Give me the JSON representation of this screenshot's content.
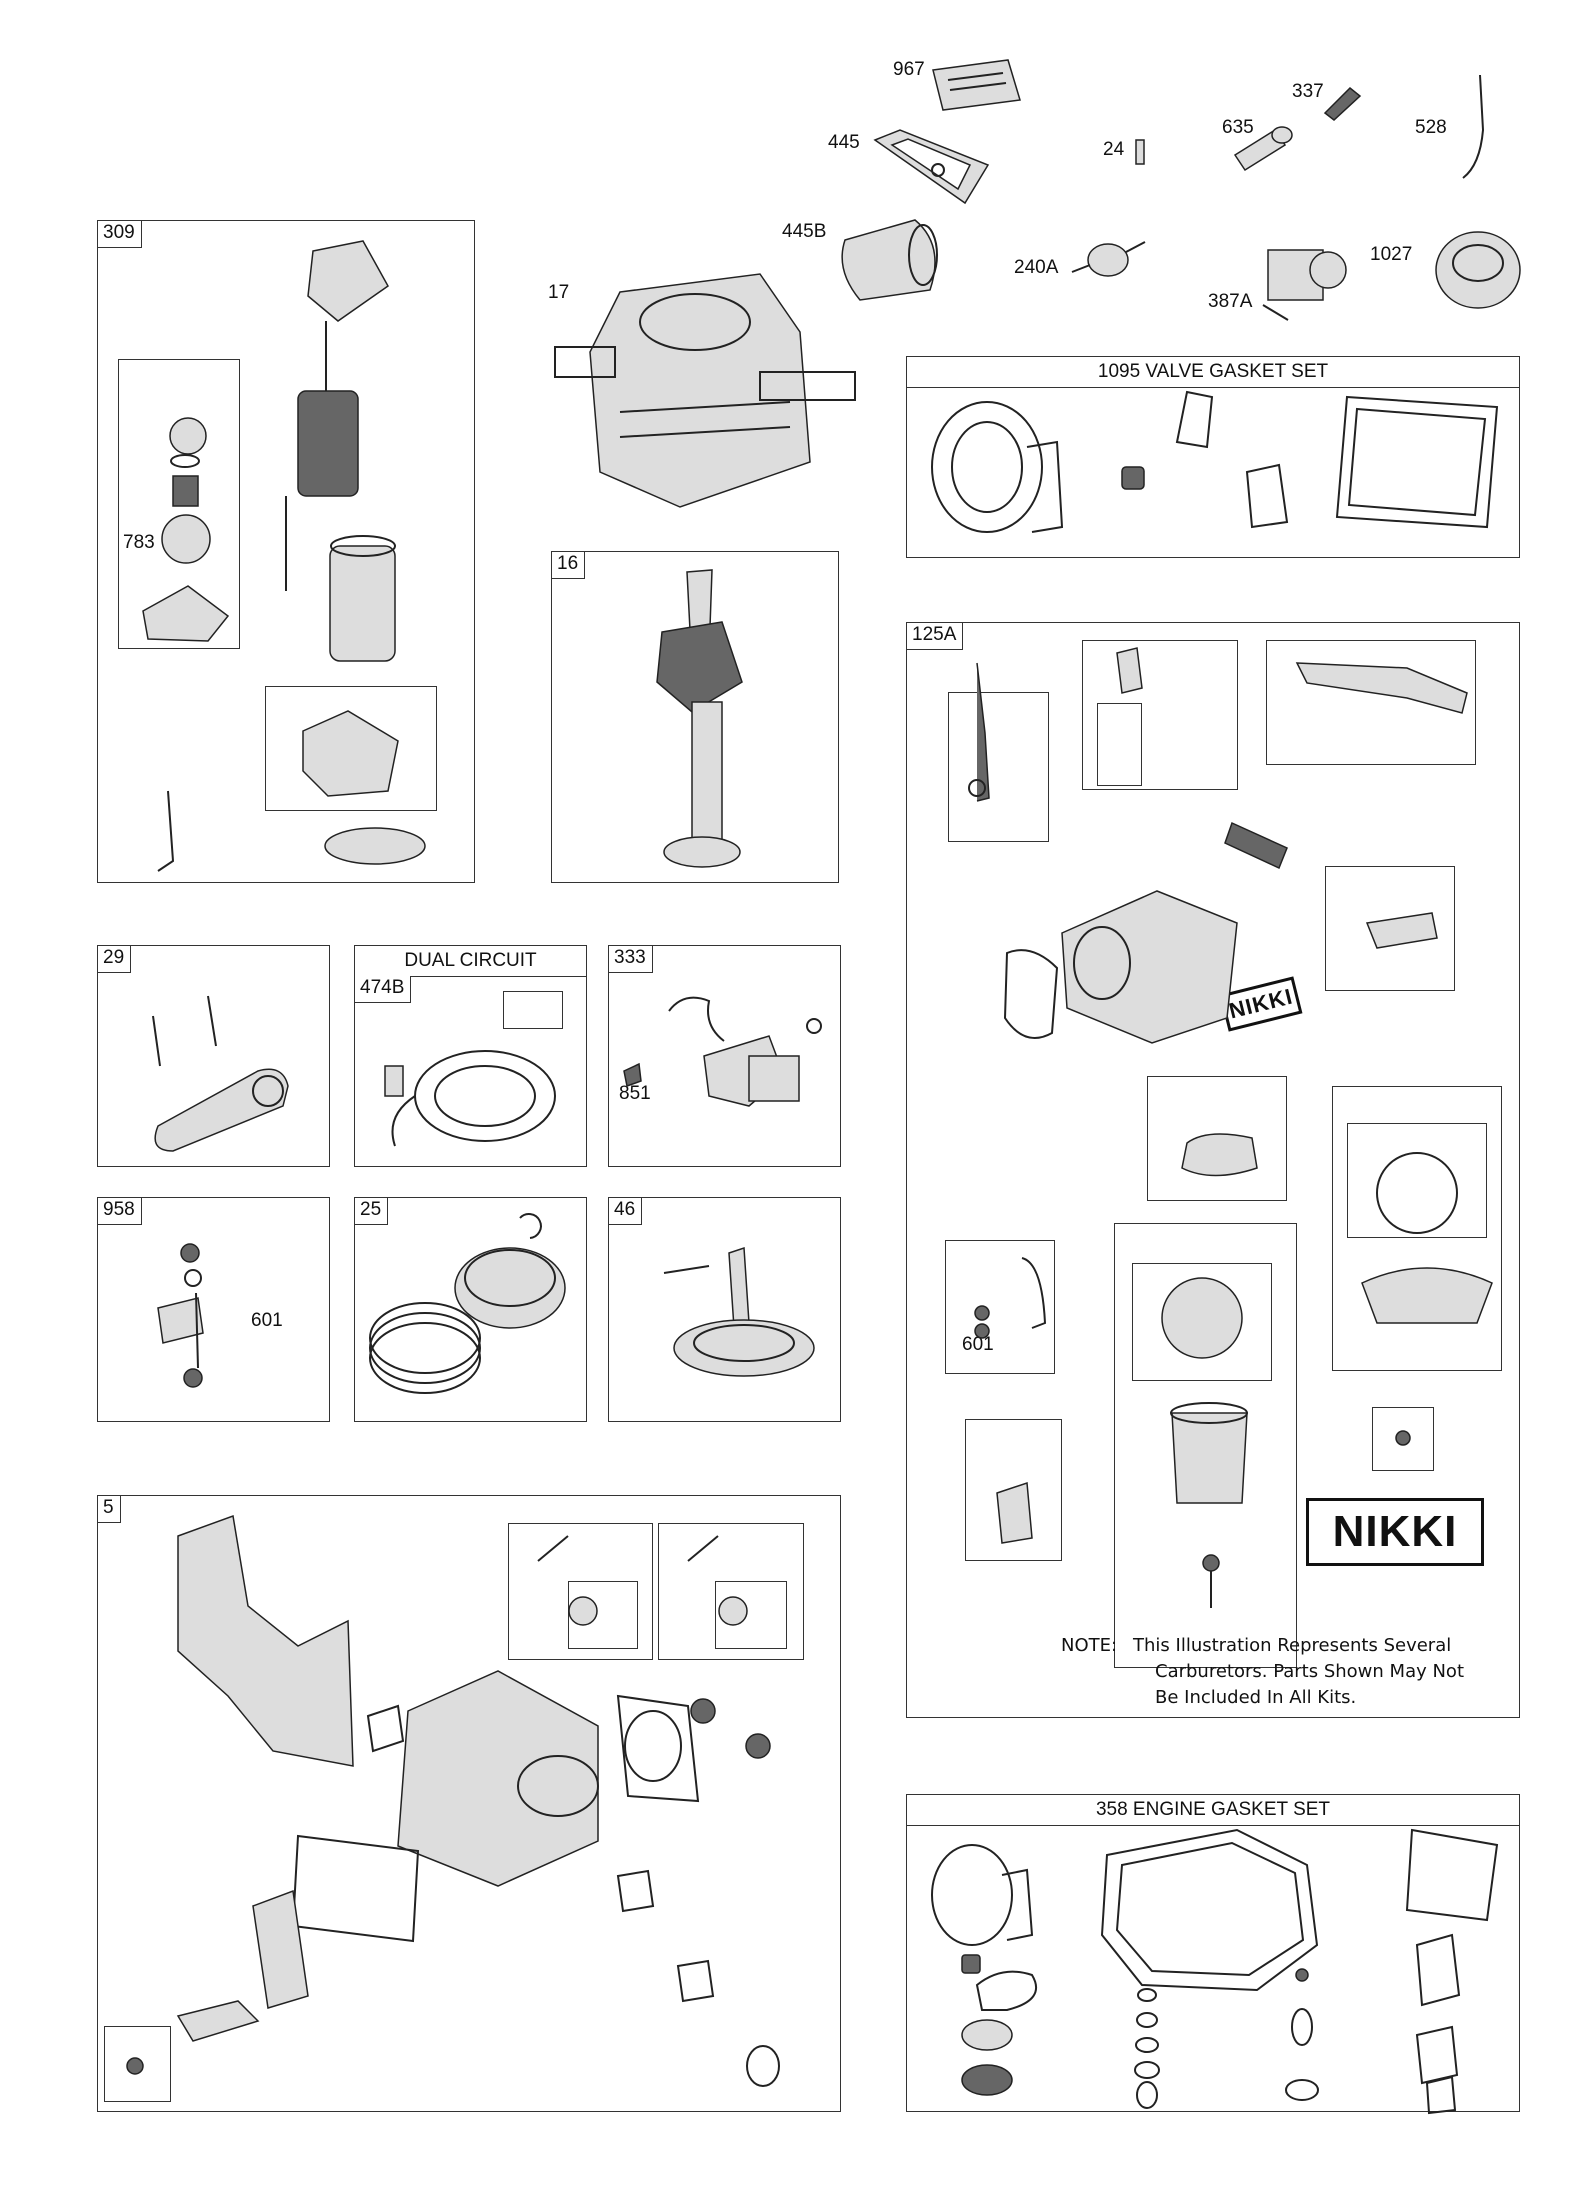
{
  "loose_parts": {
    "p967": "967",
    "p445": "445",
    "p445b": "445B",
    "p24": "24",
    "p635": "635",
    "p337": "337",
    "p528": "528",
    "p240a": "240A",
    "p387a": "387A",
    "p1027": "1027",
    "p17": "17"
  },
  "panels": {
    "starter": {
      "id": "309",
      "inner_label": "783"
    },
    "crankshaft": {
      "id": "16"
    },
    "valve_gasket": {
      "title": "1095 VALVE GASKET SET"
    },
    "carburetor": {
      "id": "125A",
      "inner_label": "601",
      "brand": "NIKKI",
      "brand_large": "NIKKI"
    },
    "connecting_rod": {
      "id": "29"
    },
    "alternator": {
      "header": "DUAL CIRCUIT",
      "id": "474B"
    },
    "ignition": {
      "id": "333",
      "inner_label": "851"
    },
    "fuel_line": {
      "id": "958",
      "inner_label": "601"
    },
    "piston": {
      "id": "25"
    },
    "camshaft": {
      "id": "46"
    },
    "cylinder_head": {
      "id": "5"
    },
    "engine_gasket": {
      "title": "358 ENGINE GASKET SET"
    }
  },
  "note": {
    "prefix": "NOTE:",
    "line1": "This Illustration Represents Several",
    "line2": "Carburetors. Parts Shown May Not",
    "line3": "Be Included In All Kits."
  }
}
